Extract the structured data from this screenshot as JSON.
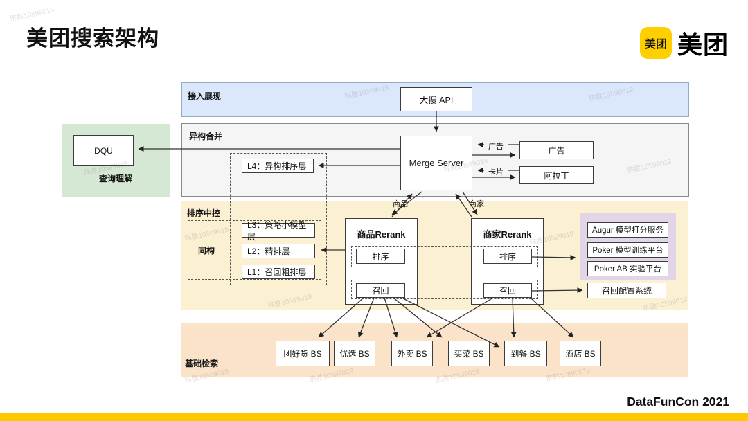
{
  "slide": {
    "title": "美团搜索架构",
    "footer": "DataFunCon 2021",
    "watermark": "陈胜10599019"
  },
  "logo": {
    "badge": "美团",
    "brand": "美团"
  },
  "bands": {
    "access_label": "接入展现",
    "merge_label": "异构合并",
    "rank_label": "排序中控",
    "base_label": "基础检索"
  },
  "boxes": {
    "dasou_api": "大搜 API",
    "merge_server": "Merge Server",
    "dqu": "DQU",
    "query_understand": "查询理解",
    "l4": "L4：异构排序层",
    "l3": "L3：策略小模型层",
    "l2": "L2：精排层",
    "l1": "L1：召回粗排层",
    "isomorphic": "同构",
    "goods_rerank": "商品Rerank",
    "shop_rerank": "商家Rerank",
    "rank": "排序",
    "recall": "召回",
    "ads": "广告",
    "aladdin": "阿拉丁",
    "augur": "Augur 模型打分服务",
    "poker_train": "Poker 模型训练平台",
    "poker_ab": "Poker AB 实验平台",
    "recall_config": "召回配置系统"
  },
  "edge_labels": {
    "goods": "商品",
    "shop": "商家",
    "ad": "广告",
    "card": "卡片"
  },
  "bs": [
    "团好货 BS",
    "优选 BS",
    "外卖 BS",
    "买菜 BS",
    "到餐 BS",
    "酒店 BS"
  ],
  "colors": {
    "accent_yellow": "#FFC800",
    "logo_yellow": "#FFCF00",
    "band_blue": "#dbe8fb",
    "band_gray": "#f5f5f5",
    "band_cream": "#fcf0d2",
    "band_peach": "#fbe3c9",
    "panel_green": "#d5e8d4",
    "panel_purple": "#e1d5e7"
  }
}
